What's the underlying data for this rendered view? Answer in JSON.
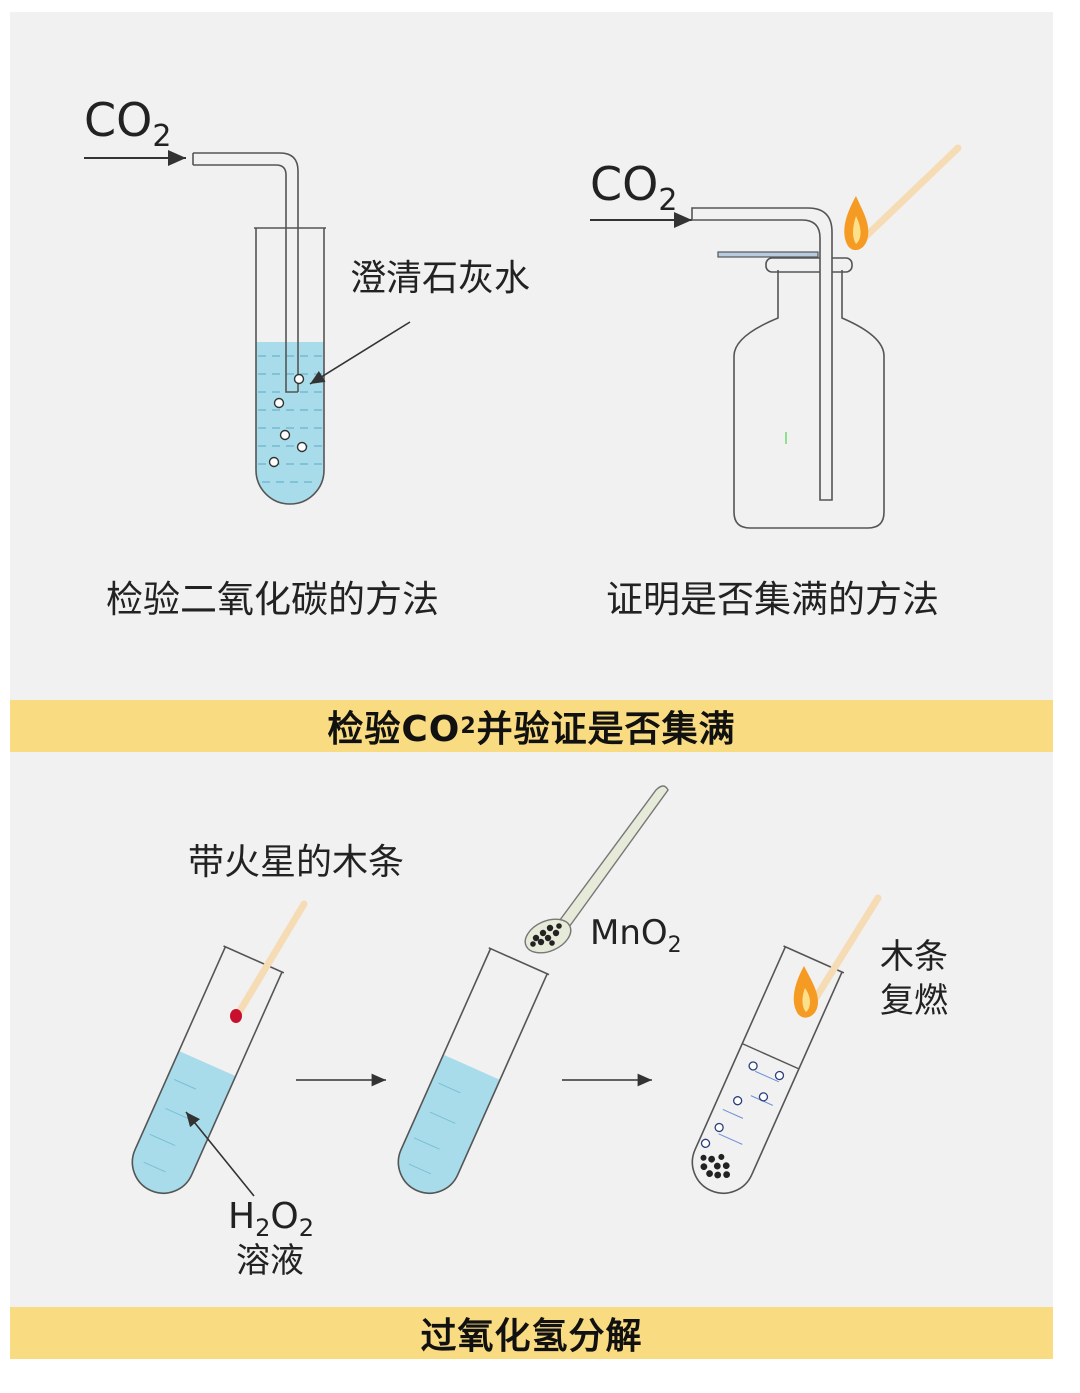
{
  "top": {
    "gas_label_left": {
      "main": "CO",
      "sub": "2"
    },
    "gas_label_right": {
      "main": "CO",
      "sub": "2"
    },
    "limewater_label": "澄清石灰水",
    "caption_left": "检验二氧化碳的方法",
    "caption_right": "证明是否集满的方法",
    "banner": {
      "pre": "检验CO",
      "sub": "2",
      "post": "并验证是否集满"
    }
  },
  "bottom": {
    "splint_label": "带火星的木条",
    "catalyst_label": {
      "main": "MnO",
      "sub": "2"
    },
    "solution_label": {
      "h": "H",
      "h_sub": "2",
      "o": "O",
      "o_sub": "2",
      "line2": "溶液"
    },
    "result_label": {
      "line1": "木条",
      "line2": "复燃"
    },
    "banner": "过氧化氢分解"
  },
  "colors": {
    "panel": "#f1f1f1",
    "banner": "#f9dc82",
    "water": "#a8dcea",
    "flame": "#f59a23",
    "splint": "#f6dcb4",
    "ember": "#c8102e"
  }
}
